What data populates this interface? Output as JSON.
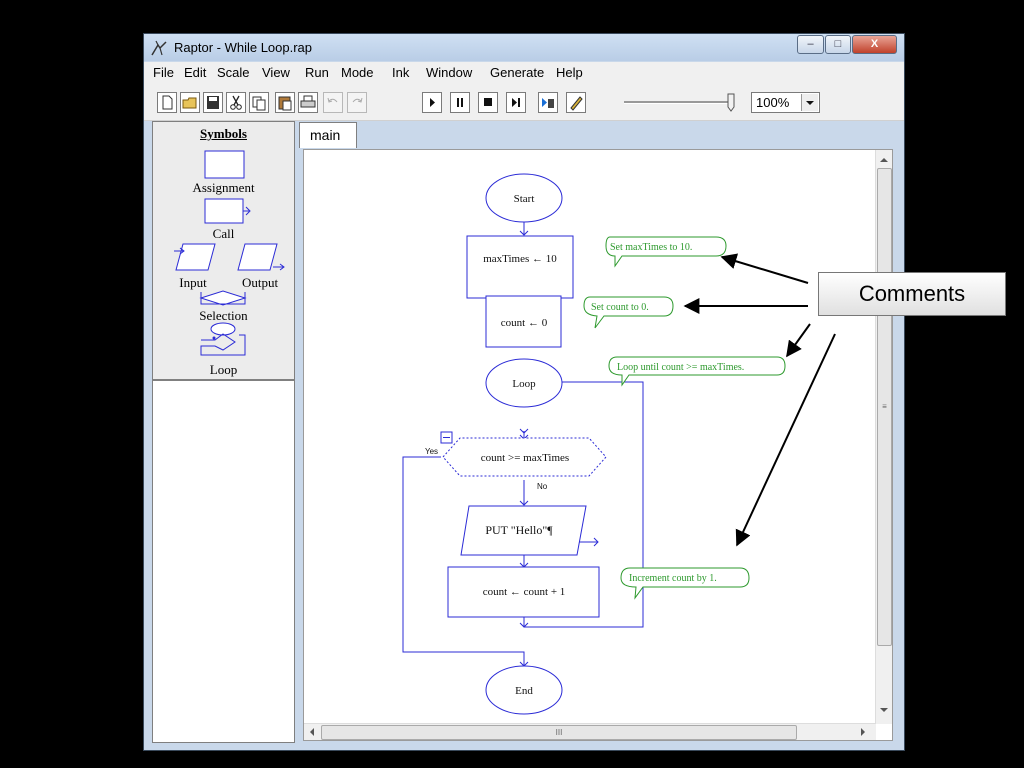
{
  "window": {
    "title": "Raptor - While Loop.rap",
    "controls": {
      "minimize": "–",
      "maximize": "□",
      "close": "X"
    }
  },
  "menu": [
    "File",
    "Edit",
    "Scale",
    "View",
    "Run",
    "Mode",
    "Ink",
    "Window",
    "Generate",
    "Help"
  ],
  "toolbar": {
    "buttons": [
      "new-file",
      "open-folder",
      "save",
      "cut",
      "copy",
      "paste",
      "print",
      "undo",
      "redo",
      "play",
      "pause",
      "stop",
      "step",
      "step-into",
      "pen"
    ],
    "speed_level": 1.0,
    "zoom": "100%"
  },
  "symbols": {
    "title": "Symbols",
    "items": [
      "Assignment",
      "Call",
      "Input",
      "Output",
      "Selection",
      "Loop"
    ]
  },
  "tab": "main",
  "flowchart": {
    "start": "Start",
    "assign1": "maxTimes ← 10",
    "assign2": "count ← 0",
    "loop": "Loop",
    "condition": "count >= maxTimes",
    "yes": "Yes",
    "no": "No",
    "output": "PUT \"Hello\"¶",
    "assign3": "count ← count  + 1",
    "end": "End"
  },
  "comments": {
    "c1": "Set maxTimes to 10.",
    "c2": "Set count to 0.",
    "c3": "Loop until count >= maxTimes.",
    "c4": "Increment count by 1."
  },
  "annotation": "Comments",
  "scroll": {
    "grip": "≡",
    "hgrip": "III"
  },
  "colors": {
    "flow": "#2b2bd6",
    "comment": "#2e9a2e",
    "desktop": "#000000"
  }
}
